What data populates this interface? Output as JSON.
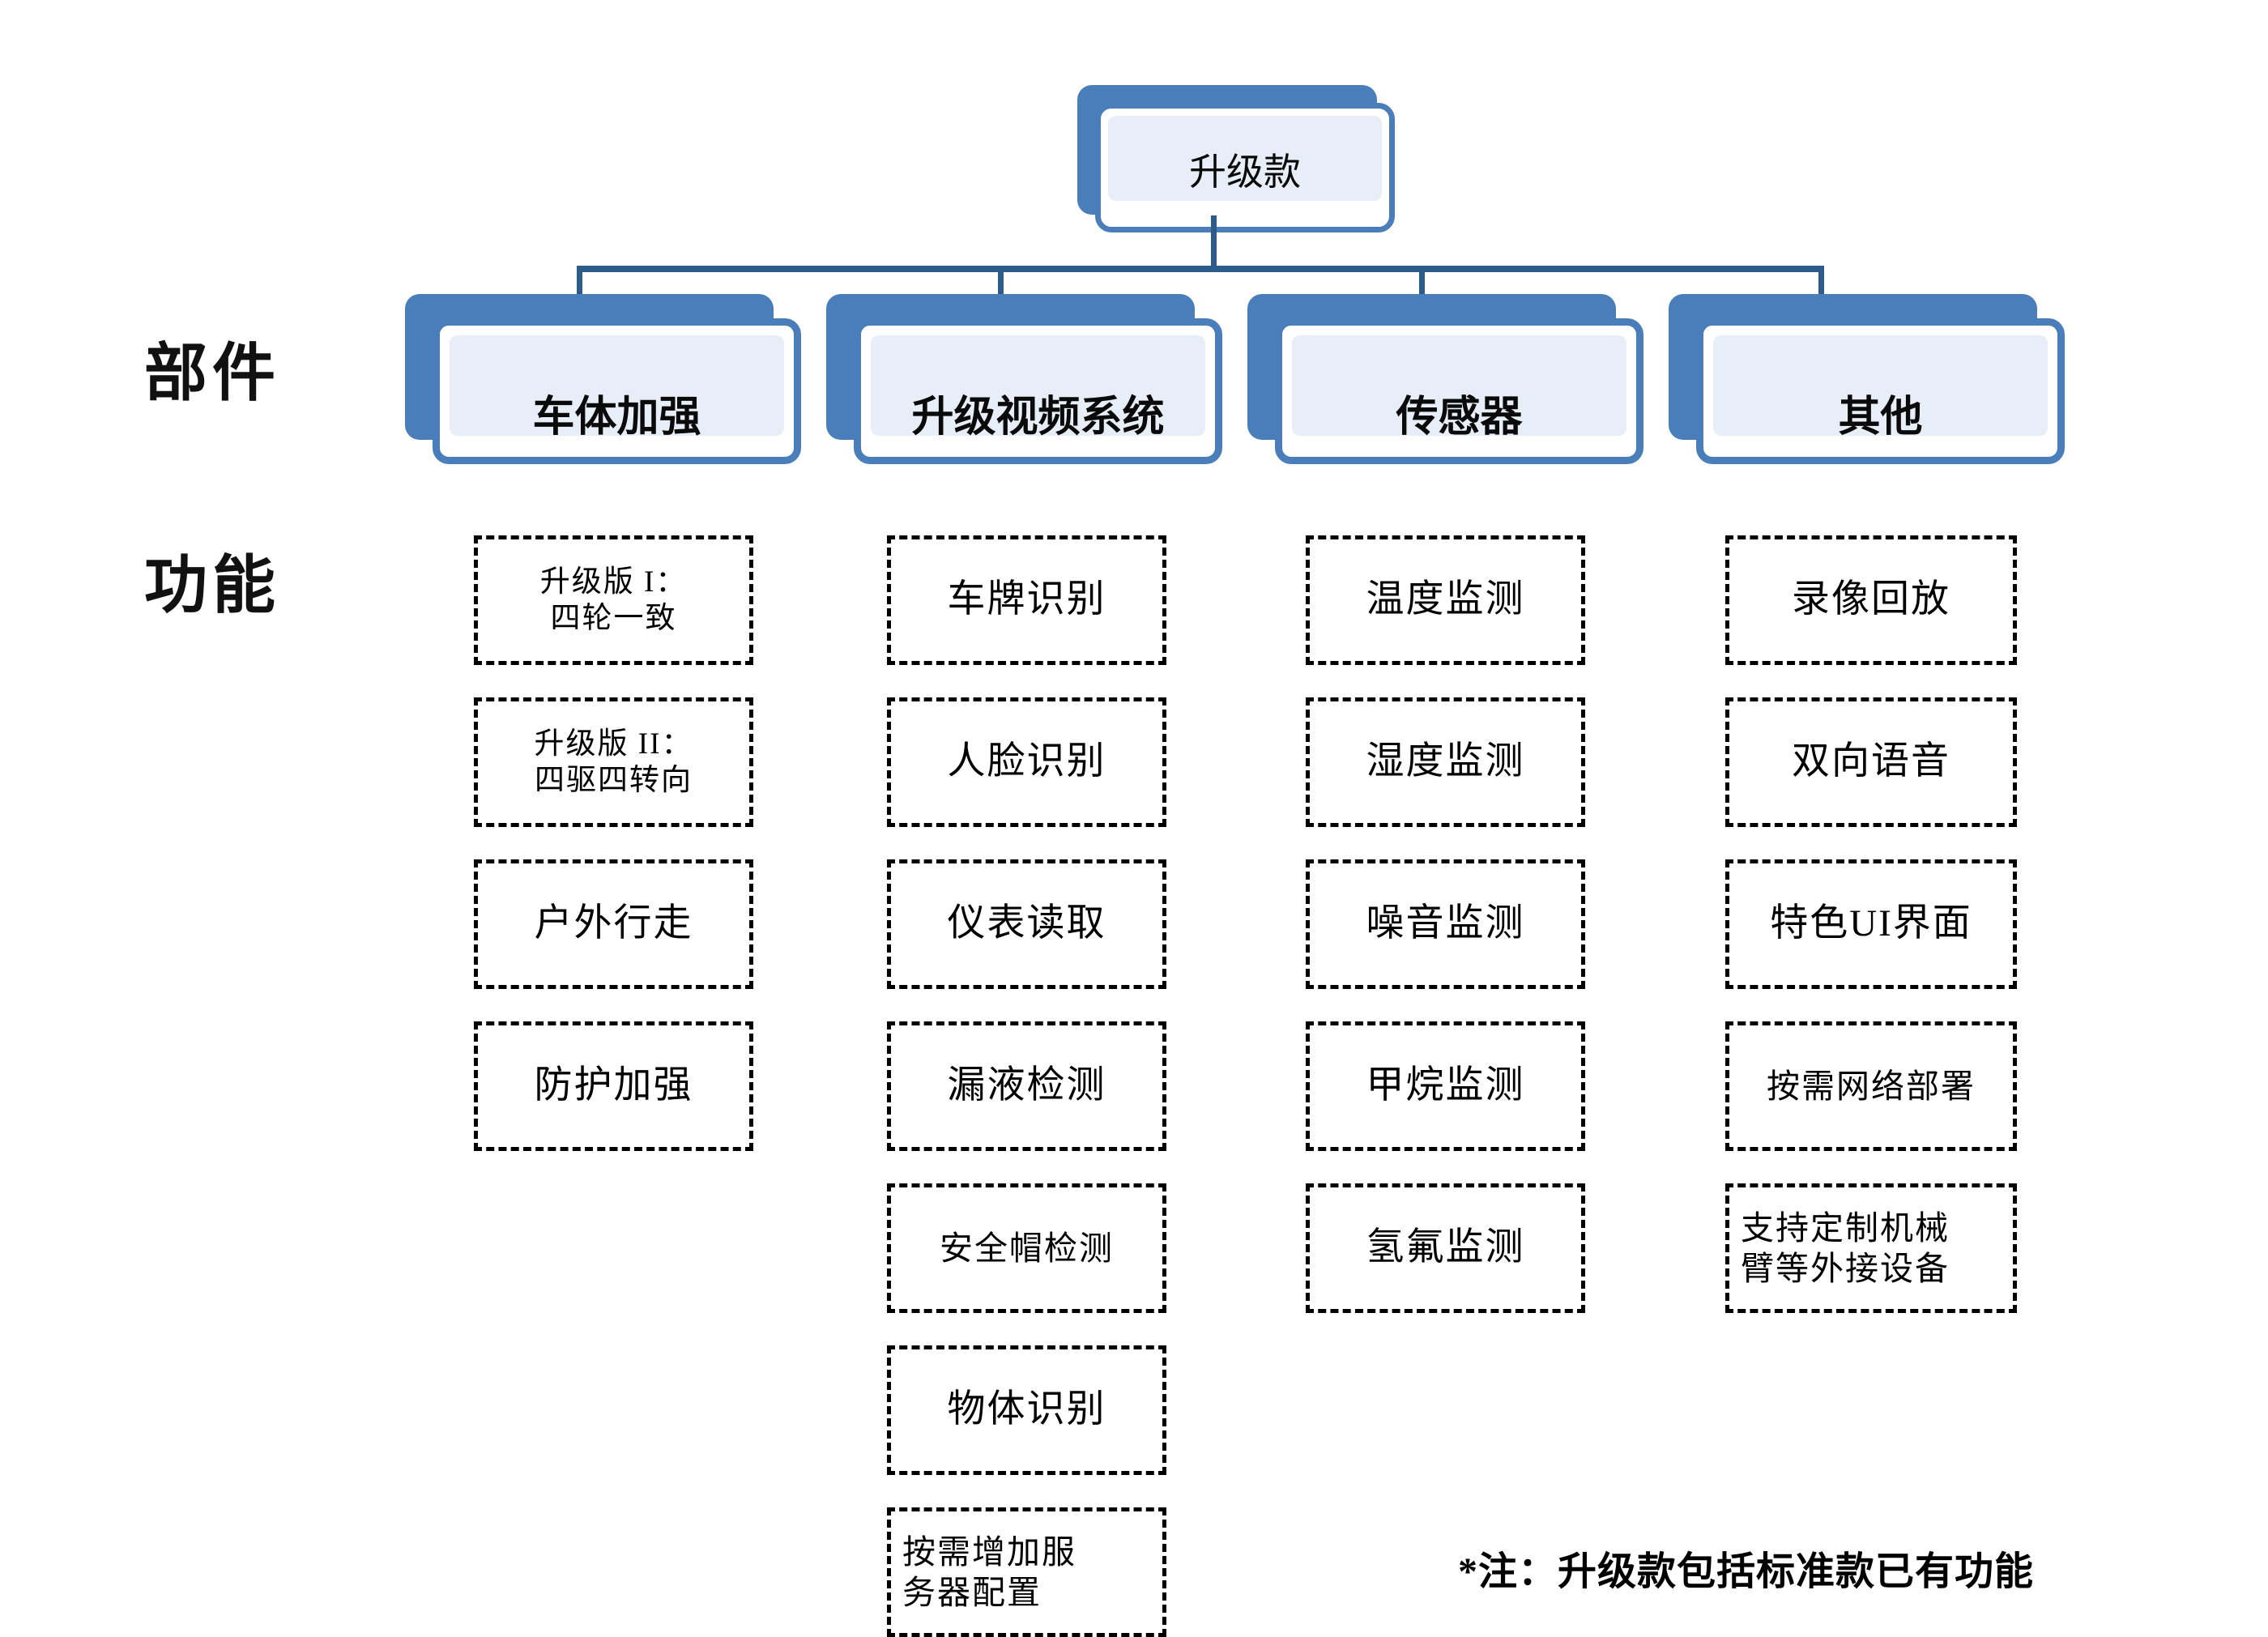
{
  "diagram": {
    "root": {
      "label": "升级款"
    },
    "row_labels": {
      "parts": "部件",
      "functions": "功能"
    },
    "columns": [
      {
        "id": "body-reinforcement",
        "title": "车体加强",
        "functions": [
          {
            "text": "升级版 I：\n四轮一致",
            "size": "sm"
          },
          {
            "text": "升级版 II：\n四驱四转向",
            "size": "sm"
          },
          {
            "text": "户外行走",
            "size": "lg"
          },
          {
            "text": "防护加强",
            "size": "lg"
          }
        ]
      },
      {
        "id": "upgraded-video-system",
        "title": "升级视频系统",
        "functions": [
          {
            "text": "车牌识别",
            "size": "lg"
          },
          {
            "text": "人脸识别",
            "size": "lg"
          },
          {
            "text": "仪表读取",
            "size": "lg"
          },
          {
            "text": "漏液检测",
            "size": "lg"
          },
          {
            "text": "安全帽检测",
            "size": "md"
          },
          {
            "text": "物体识别",
            "size": "lg"
          },
          {
            "text": "按需增加服\n务器配置",
            "size": "md"
          }
        ]
      },
      {
        "id": "sensors",
        "title": "传感器",
        "functions": [
          {
            "text": "温度监测",
            "size": "lg"
          },
          {
            "text": "湿度监测",
            "size": "lg"
          },
          {
            "text": "噪音监测",
            "size": "lg"
          },
          {
            "text": "甲烷监测",
            "size": "lg"
          },
          {
            "text": "氢氟监测",
            "size": "lg"
          }
        ]
      },
      {
        "id": "others",
        "title": "其他",
        "functions": [
          {
            "text": "录像回放",
            "size": "lg"
          },
          {
            "text": "双向语音",
            "size": "lg"
          },
          {
            "text": "特色UI界面",
            "size": "lg"
          },
          {
            "text": "按需网络部署",
            "size": "md"
          },
          {
            "text": "支持定制机械\n臂等外接设备",
            "size": "md"
          }
        ]
      }
    ],
    "footnote": "*注：升级款包括标准款已有功能",
    "colors": {
      "node_blue": "#4a7ebb",
      "node_inner": "#e8eef7",
      "connector": "#2e5c8a",
      "text": "#000000",
      "background": "#ffffff"
    }
  }
}
